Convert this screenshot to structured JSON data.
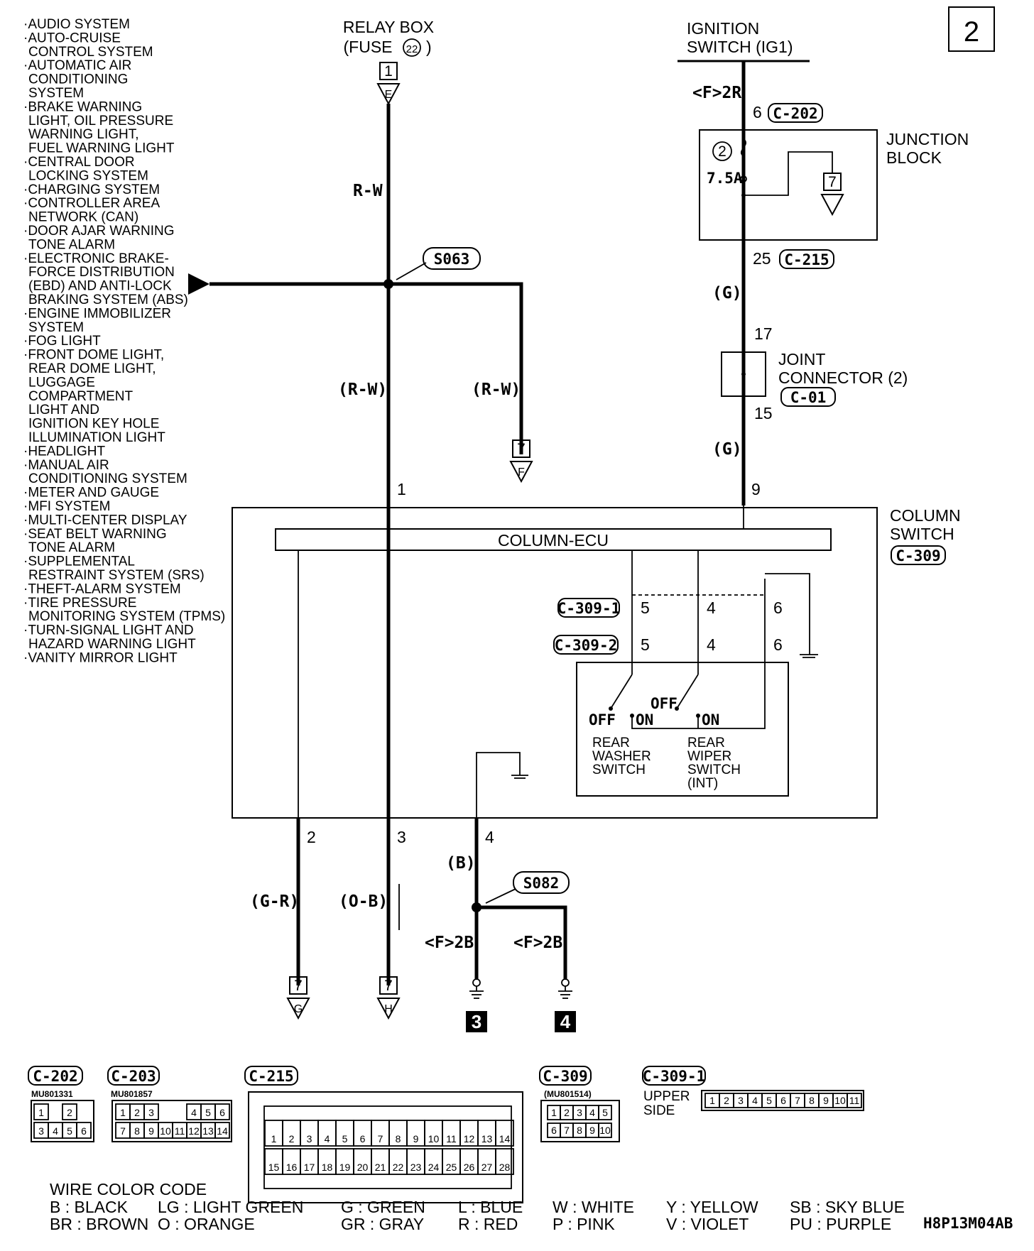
{
  "page_number": "2",
  "diagram_code": "H8P13M04AB",
  "systems": [
    "·AUDIO SYSTEM",
    "·AUTO-CRUISE",
    "CONTROL SYSTEM",
    "·AUTOMATIC AIR",
    "CONDITIONING",
    "SYSTEM",
    "·BRAKE WARNING",
    "LIGHT, OIL PRESSURE",
    "WARNING LIGHT,",
    "FUEL WARNING LIGHT",
    "·CENTRAL DOOR",
    "LOCKING SYSTEM",
    "·CHARGING SYSTEM",
    "·CONTROLLER AREA",
    "NETWORK (CAN)",
    "·DOOR AJAR WARNING",
    "TONE ALARM",
    "·ELECTRONIC BRAKE-",
    "FORCE DISTRIBUTION",
    "(EBD) AND ANTI-LOCK",
    "BRAKING SYSTEM (ABS)",
    "·ENGINE IMMOBILIZER",
    "SYSTEM",
    "·FOG LIGHT",
    "·FRONT DOME LIGHT,",
    "REAR DOME LIGHT,",
    "LUGGAGE",
    "COMPARTMENT",
    "LIGHT AND",
    "IGNITION KEY HOLE",
    "ILLUMINATION LIGHT",
    "·HEADLIGHT",
    "·MANUAL AIR",
    "CONDITIONING SYSTEM",
    "·METER AND GAUGE",
    "·MFI SYSTEM",
    "·MULTI-CENTER DISPLAY",
    "·SEAT BELT WARNING",
    "TONE ALARM",
    "·SUPPLEMENTAL",
    "RESTRAINT SYSTEM (SRS)",
    "·THEFT-ALARM SYSTEM",
    "·TIRE PRESSURE",
    "MONITORING SYSTEM (TPMS)",
    "·TURN-SIGNAL LIGHT AND",
    "HAZARD WARNING LIGHT",
    "·VANITY MIRROR LIGHT"
  ],
  "relay_box": {
    "line1": "RELAY BOX",
    "line2": "(FUSE",
    "fuse": "22",
    "close": ")",
    "ref_num": "1",
    "ref_letter": "E"
  },
  "ignition": {
    "line1": "IGNITION",
    "line2": "SWITCH (IG1)",
    "route": "<F>2R",
    "pin": "6",
    "connector": "C-202"
  },
  "junction_block": {
    "line1": "JUNCTION",
    "line2": "BLOCK",
    "fuse_num": "2",
    "fuse_rating": "7.5A",
    "ref_num": "7"
  },
  "jb_out": {
    "pin": "25",
    "connector": "C-215",
    "color": "(G)"
  },
  "joint_connector": {
    "pin_in": "17",
    "line1": "JOINT",
    "line2": "CONNECTOR (2)",
    "connector": "C-01",
    "pin_out": "15",
    "color": "(G)"
  },
  "column_switch": {
    "line1": "COLUMN",
    "line2": "SWITCH",
    "connector": "C-309",
    "ecu": "COLUMN-ECU",
    "pin_top_left": "1",
    "pin_top_right": "9"
  },
  "wires": {
    "rw_top": "R-W",
    "rw_left": "(R-W)",
    "rw_right": "(R-W)",
    "gr": "(G-R)",
    "ob": "(O-B)",
    "b": "(B)"
  },
  "splices": {
    "s063": "S063",
    "s082": "S082"
  },
  "refs": {
    "f_num": "7",
    "f_letter": "F",
    "g_num": "7",
    "g_letter": "G",
    "h_num": "7",
    "h_letter": "H"
  },
  "sub_connectors": {
    "c1": "C-309-1",
    "c2": "C-309-2",
    "pins": [
      "5",
      "4",
      "6"
    ]
  },
  "switches": {
    "off1": "OFF",
    "on1": "ON",
    "off2": "OFF",
    "on2": "ON",
    "washer": [
      "REAR",
      "WASHER",
      "SWITCH"
    ],
    "wiper": [
      "REAR",
      "WIPER",
      "SWITCH",
      "(INT)"
    ]
  },
  "bottom_pins": {
    "p2": "2",
    "p3": "3",
    "p4": "4"
  },
  "grounds": {
    "route1": "<F>2B",
    "route2": "<F>2B",
    "g3": "3",
    "g4": "4"
  },
  "connector_table": {
    "c202": {
      "name": "C-202",
      "part": "MU801331",
      "row1": [
        "1",
        "",
        "2"
      ],
      "row2": [
        "3",
        "4",
        "5",
        "6"
      ]
    },
    "c203": {
      "name": "C-203",
      "part": "MU801857",
      "row1": [
        "1",
        "2",
        "3",
        "4",
        "5",
        "6"
      ],
      "row2": [
        "7",
        "8",
        "9",
        "10",
        "11",
        "12",
        "13",
        "14"
      ]
    },
    "c215": {
      "name": "C-215",
      "row1": [
        "1",
        "2",
        "3",
        "4",
        "5",
        "6",
        "7",
        "8",
        "9",
        "10",
        "11",
        "12",
        "13",
        "14"
      ],
      "row2": [
        "15",
        "16",
        "17",
        "18",
        "19",
        "20",
        "21",
        "22",
        "23",
        "24",
        "25",
        "26",
        "27",
        "28"
      ]
    },
    "c309": {
      "name": "C-309",
      "part": "(MU801514)",
      "row1": [
        "1",
        "2",
        "3",
        "4",
        "5"
      ],
      "row2": [
        "6",
        "7",
        "8",
        "9",
        "10"
      ]
    },
    "c3091": {
      "name": "C-309-1",
      "side1": "UPPER",
      "side2": "SIDE",
      "row1": [
        "1",
        "2",
        "3",
        "4",
        "5",
        "6",
        "7",
        "8",
        "9",
        "10",
        "11"
      ]
    }
  },
  "color_code": {
    "title": "WIRE COLOR CODE",
    "line1": [
      "B : BLACK",
      "LG : LIGHT GREEN",
      "G : GREEN",
      "L : BLUE",
      "W : WHITE",
      "Y : YELLOW",
      "SB : SKY BLUE"
    ],
    "line2": [
      "BR : BROWN",
      "O : ORANGE",
      "GR : GRAY",
      "R : RED",
      "P : PINK",
      "V : VIOLET",
      "PU : PURPLE"
    ]
  }
}
